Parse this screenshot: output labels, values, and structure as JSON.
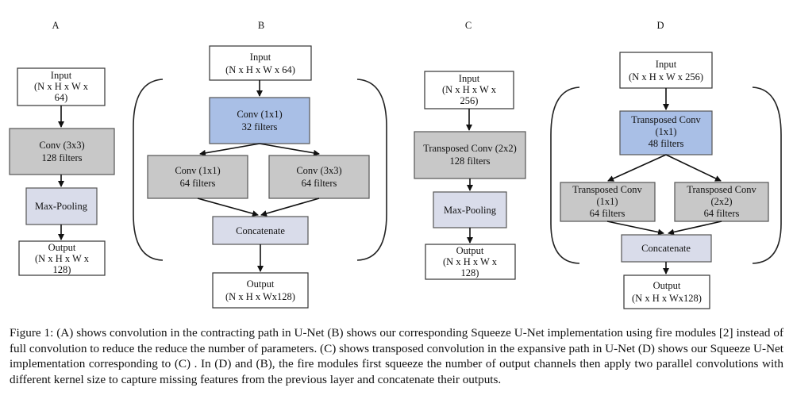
{
  "panels": {
    "A": {
      "label": "A",
      "input": [
        "Input",
        "(N x H x W x",
        "64)"
      ],
      "conv": [
        "Conv (3x3)",
        "128 filters"
      ],
      "pool": [
        "Max-Pooling"
      ],
      "output": [
        "Output",
        "(N x H x W x",
        "128)"
      ]
    },
    "B": {
      "label": "B",
      "input": [
        "Input",
        "(N x H x W x 64)"
      ],
      "squeeze": [
        "Conv (1x1)",
        "32 filters"
      ],
      "left": [
        "Conv (1x1)",
        "64 filters"
      ],
      "right": [
        "Conv (3x3)",
        "64 filters"
      ],
      "concat": [
        "Concatenate"
      ],
      "output": [
        "Output",
        "(N x H x Wx128)"
      ]
    },
    "C": {
      "label": "C",
      "input": [
        "Input",
        "(N x H x W x",
        "256)"
      ],
      "tconv": [
        "Transposed Conv (2x2)",
        "128 filters"
      ],
      "pool": [
        "Max-Pooling"
      ],
      "output": [
        "Output",
        "(N x H x W x",
        "128)"
      ]
    },
    "D": {
      "label": "D",
      "input": [
        "Input",
        "(N x H x W x 256)"
      ],
      "squeeze": [
        "Transposed Conv",
        "(1x1)",
        "48 filters"
      ],
      "left": [
        "Transposed Conv",
        "(1x1)",
        "64 filters"
      ],
      "right": [
        "Transposed Conv",
        "(2x2)",
        "64 filters"
      ],
      "concat": [
        "Concatenate"
      ],
      "output": [
        "Output",
        "(N x H x Wx128)"
      ]
    }
  },
  "colors": {
    "white_box": "#ffffff",
    "gray_box": "#c8c8c8",
    "blue_box": "#a9bfe6",
    "light_blue_box": "#d9dcea"
  },
  "caption": "Figure 1: (A) shows convolution in the contracting path in U-Net (B) shows our corresponding Squeeze U-Net implementation using fire modules [2] instead of full convolution to reduce the reduce the number of parameters. (C) shows transposed convolution in the expansive path in U-Net (D) shows  our Squeeze U-Net implementation corresponding to (C) . In (D) and (B), the fire modules first squeeze the number of output channels then apply two parallel convolutions with different kernel size to capture missing features from the previous layer and concatenate their outputs."
}
